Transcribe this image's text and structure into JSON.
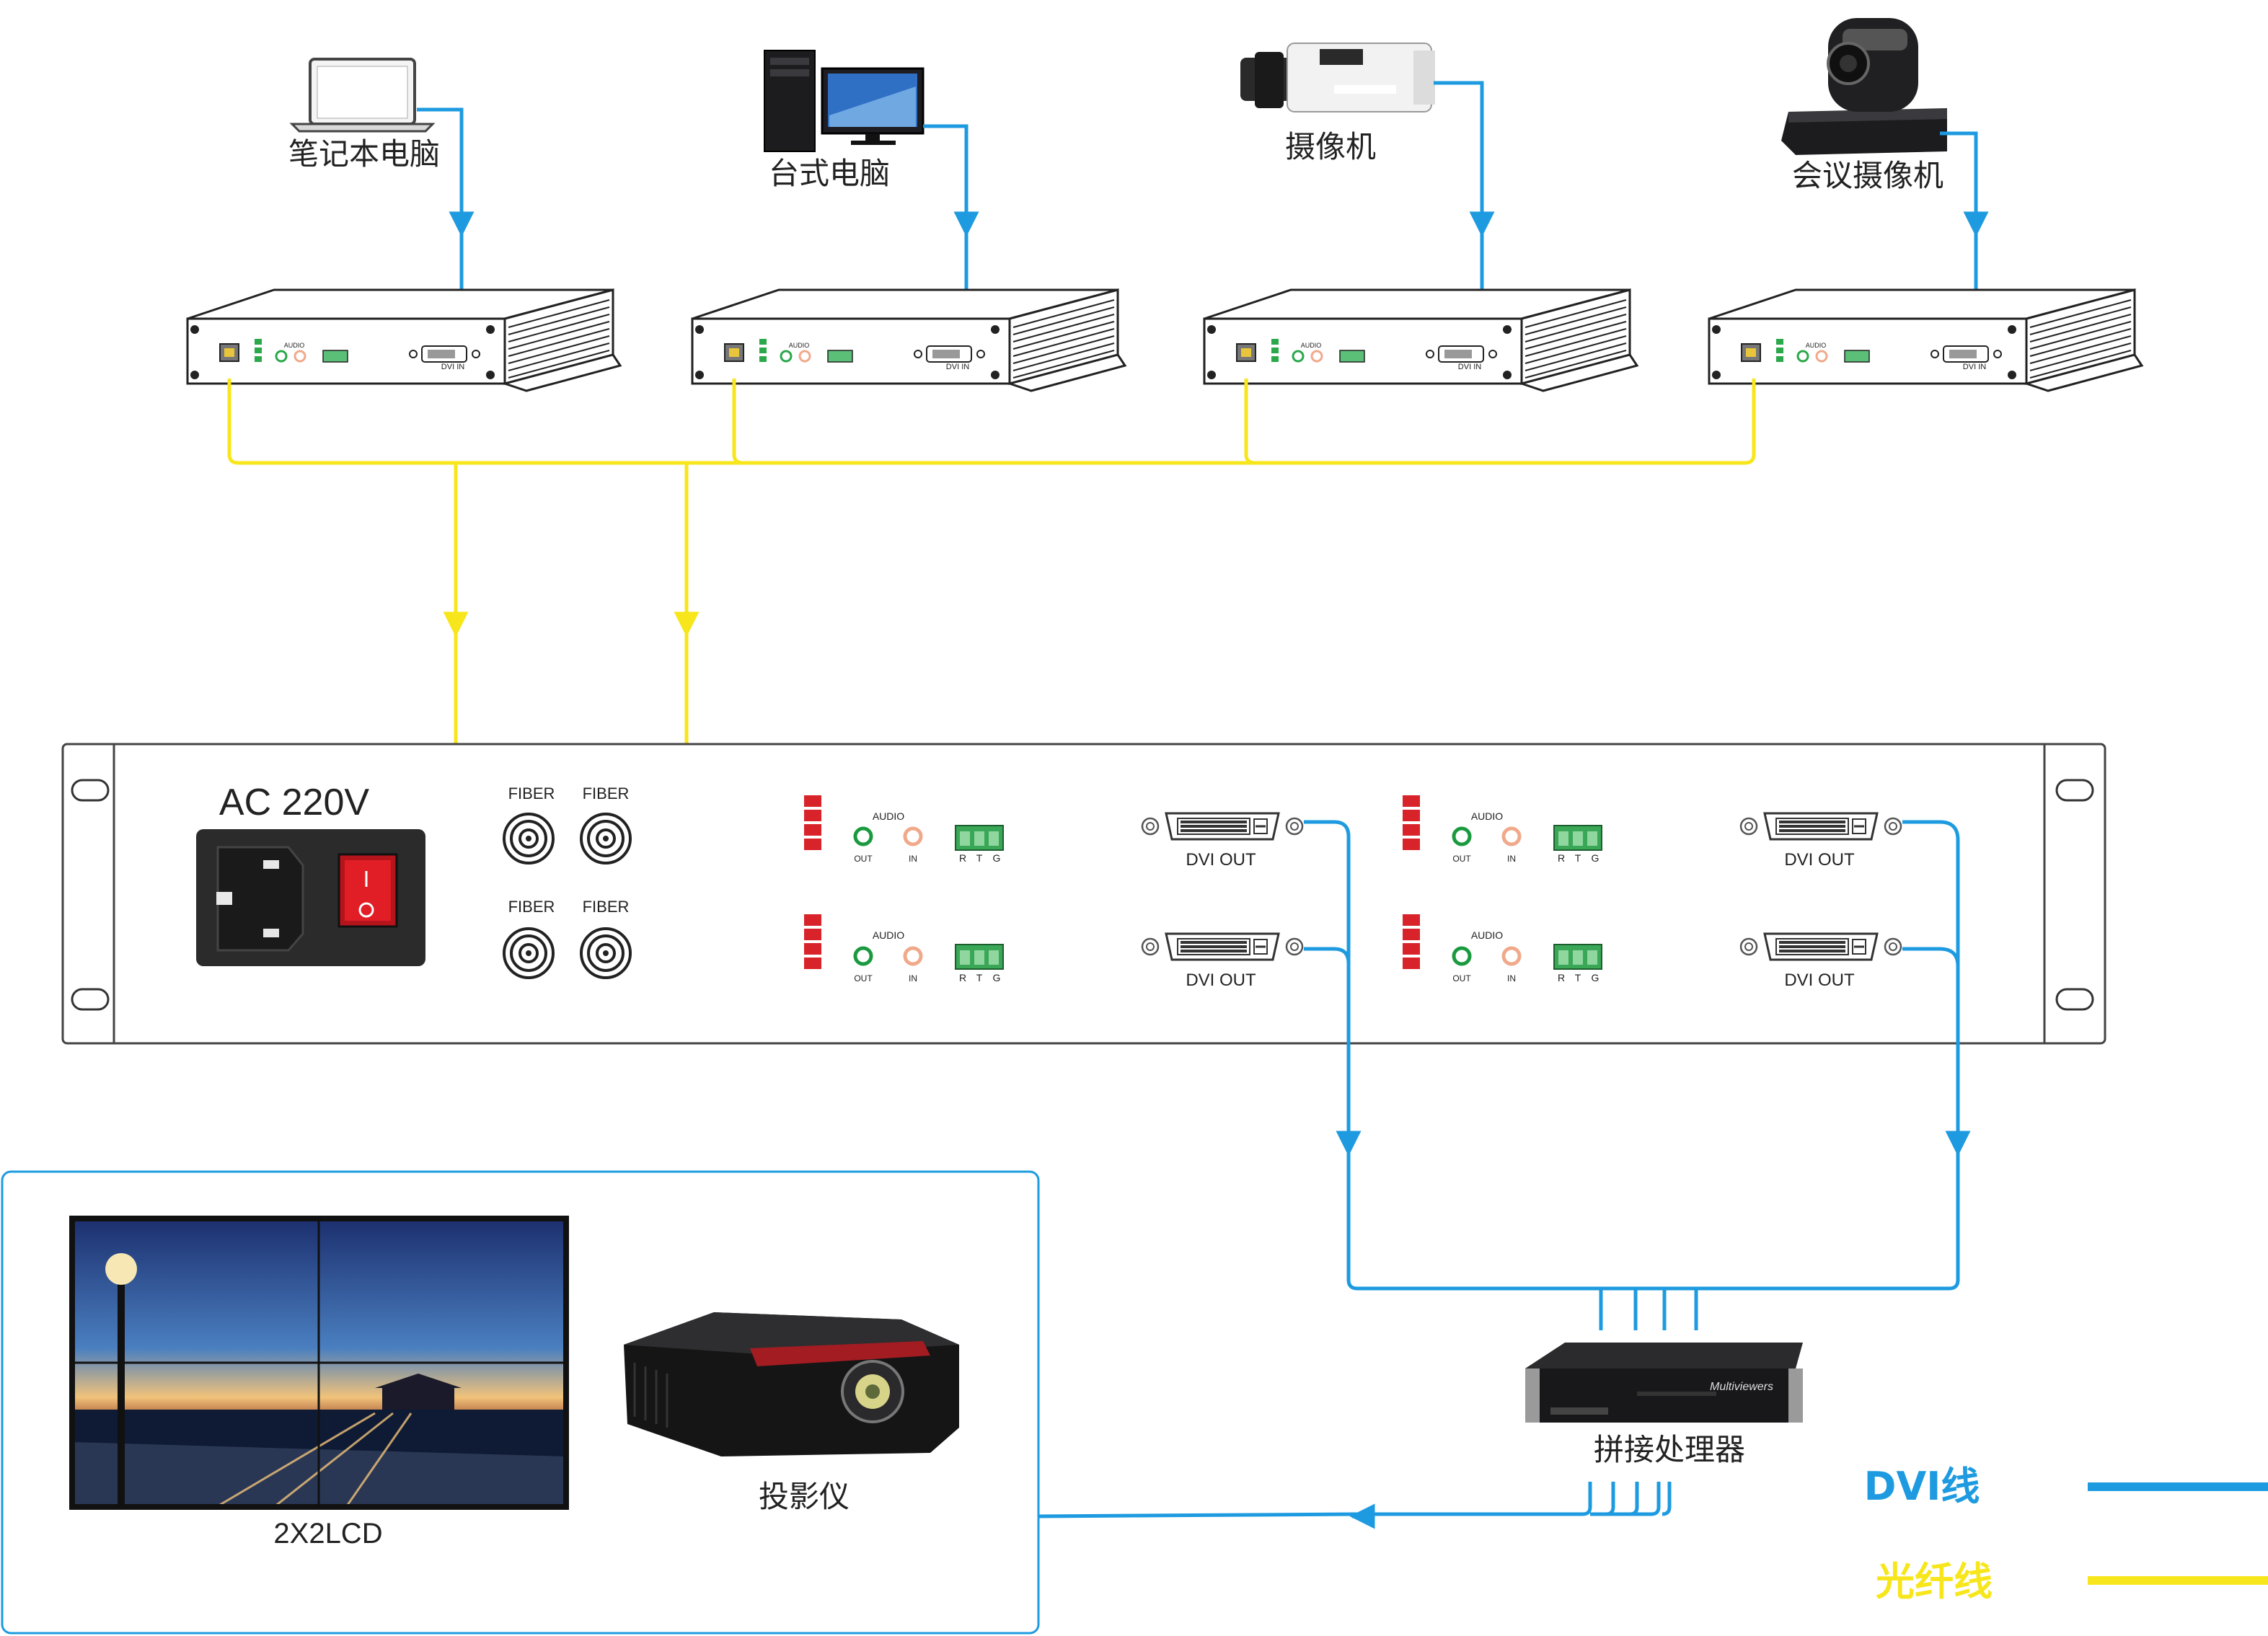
{
  "sources": [
    {
      "label": "笔记本电脑",
      "icon": "laptop-icon"
    },
    {
      "label": "台式电脑",
      "icon": "desktop-pc-icon"
    },
    {
      "label": "摄像机",
      "icon": "camera-icon"
    },
    {
      "label": "会议摄像机",
      "icon": "ptz-camera-icon"
    }
  ],
  "transmitter": {
    "port_label": "DVI IN",
    "audio_label": "AUDIO"
  },
  "rack": {
    "power_label": "AC 220V",
    "fiber_label": "FIBER",
    "audio_label": "AUDIO",
    "audio_out": "OUT",
    "audio_in": "IN",
    "rtg": [
      "R",
      "T",
      "G"
    ],
    "dvi_out_label": "DVI  OUT"
  },
  "processor": {
    "label": "拼接处理器",
    "brand": "Multiviewers"
  },
  "display": {
    "lcd_label": "2X2LCD",
    "projector_label": "投影仪"
  },
  "legend": [
    {
      "label": "DVI线",
      "color": "#1e9be0"
    },
    {
      "label": "光纤线",
      "color": "#f7e61b"
    }
  ],
  "colors": {
    "dvi": "#1e9be0",
    "fiber": "#f7e61b"
  }
}
